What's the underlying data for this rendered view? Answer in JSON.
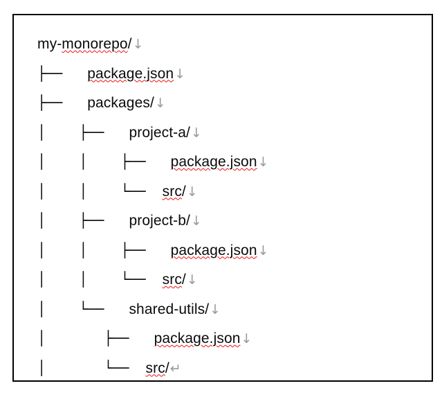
{
  "document": {
    "view": "formatting-marks-visible",
    "colors": {
      "page_background": "#ffffff",
      "page_border": "#000000",
      "text": "#0a0a0a",
      "tree_glyph": "#0d0d0d",
      "formatting_mark": "#9a9a9a",
      "spellcheck_underline": "#ee1111"
    },
    "marks": {
      "line_break": "↓",
      "paragraph": "↵"
    },
    "tree_glyphs": {
      "vertical": "│",
      "tee": "├──",
      "elbow": "└──"
    },
    "lines": [
      {
        "prefix": "",
        "label": "my-monorepo/",
        "misspelled_part": "monorepo",
        "clean_prefix_part": "my-",
        "clean_suffix_part": "/",
        "mark": "↓"
      },
      {
        "prefix": "├──   ",
        "label": "package.json",
        "misspelled_part": "package.json",
        "clean_prefix_part": "",
        "clean_suffix_part": "",
        "mark": "↓"
      },
      {
        "prefix": "├──   ",
        "label": "packages/",
        "misspelled_part": "",
        "clean_prefix_part": "packages/",
        "clean_suffix_part": "",
        "mark": "↓"
      },
      {
        "prefix": "│    ├──   ",
        "label": "project-a/",
        "misspelled_part": "",
        "clean_prefix_part": "project-a/",
        "clean_suffix_part": "",
        "mark": "↓"
      },
      {
        "prefix": "│    │    ├──   ",
        "label": "package.json",
        "misspelled_part": "package.json",
        "clean_prefix_part": "",
        "clean_suffix_part": "",
        "mark": "↓"
      },
      {
        "prefix": "│    │    └──  ",
        "label": "src/",
        "misspelled_part": "src",
        "clean_prefix_part": "",
        "clean_suffix_part": "/",
        "mark": "↓"
      },
      {
        "prefix": "│    ├──   ",
        "label": "project-b/",
        "misspelled_part": "",
        "clean_prefix_part": "project-b/",
        "clean_suffix_part": "",
        "mark": "↓"
      },
      {
        "prefix": "│    │    ├──   ",
        "label": "package.json",
        "misspelled_part": "package.json",
        "clean_prefix_part": "",
        "clean_suffix_part": "",
        "mark": "↓"
      },
      {
        "prefix": "│    │    └──  ",
        "label": "src/",
        "misspelled_part": "src",
        "clean_prefix_part": "",
        "clean_suffix_part": "/",
        "mark": "↓"
      },
      {
        "prefix": "│    └──   ",
        "label": "shared-utils/",
        "misspelled_part": "",
        "clean_prefix_part": "shared-utils/",
        "clean_suffix_part": "",
        "mark": "↓"
      },
      {
        "prefix": "│       ├──   ",
        "label": "package.json",
        "misspelled_part": "package.json",
        "clean_prefix_part": "",
        "clean_suffix_part": "",
        "mark": "↓"
      },
      {
        "prefix": "│       └──  ",
        "label": "src/",
        "misspelled_part": "src",
        "clean_prefix_part": "",
        "clean_suffix_part": "/",
        "mark": "↵"
      }
    ]
  }
}
